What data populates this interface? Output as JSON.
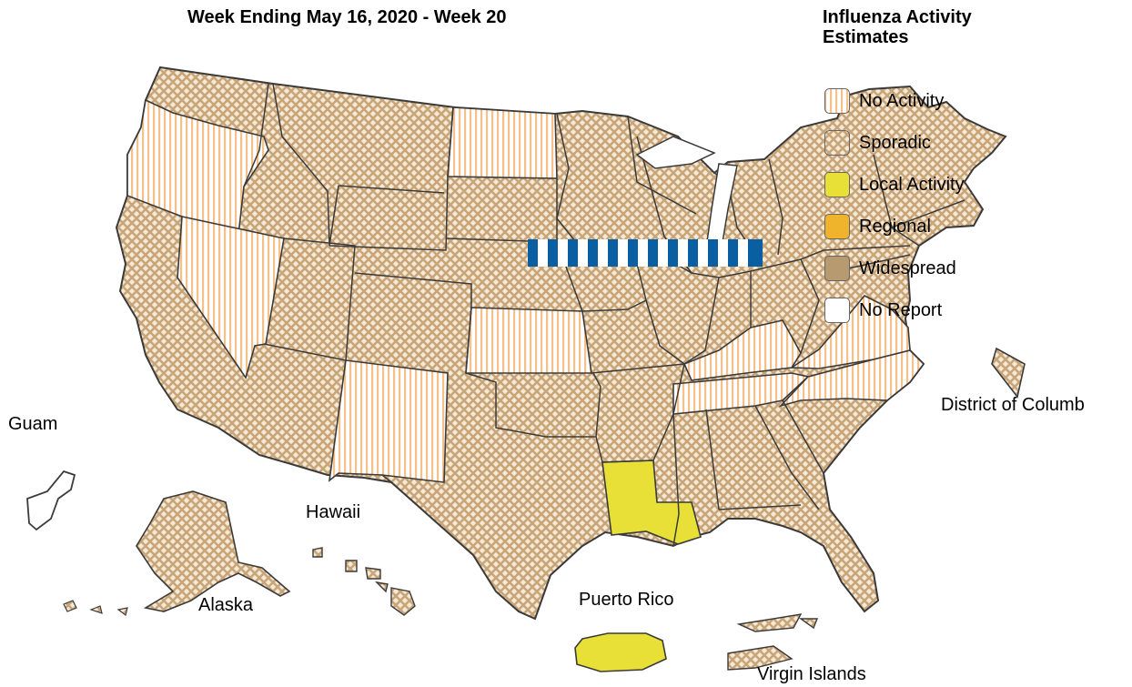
{
  "title": "Week Ending May 16, 2020 - Week 20",
  "legend": {
    "title_line1": "Influenza Activity",
    "title_line2": "Estimates",
    "items": [
      {
        "label": "No Activity",
        "fill": "url(#pat-none)"
      },
      {
        "label": "Sporadic",
        "fill": "url(#pat-sporadic)"
      },
      {
        "label": "Local Activity",
        "fill": "#e8e036"
      },
      {
        "label": "Regional",
        "fill": "#f0b42c"
      },
      {
        "label": "Widespread",
        "fill": "#b89a70"
      },
      {
        "label": "No Report",
        "fill": "#ffffff"
      }
    ]
  },
  "territories": {
    "guam": "Guam",
    "hawaii": "Hawaii",
    "alaska": "Alaska",
    "puerto_rico": "Puerto Rico",
    "virgin_islands": "Virgin Islands",
    "dc": "District of Columb"
  },
  "colors": {
    "none_stripe": "#f5c18a",
    "sporadic_check": "#c9a67a",
    "local": "#e8e036",
    "regional": "#f0b42c",
    "widespread": "#b89a70",
    "border": "#3a3a3a",
    "marker_blue": "#0a5fa3"
  },
  "state_activity": {
    "oregon": "No Activity",
    "nevada": "No Activity",
    "north_dakota": "No Activity",
    "kansas": "No Activity",
    "new_mexico": "No Activity",
    "kentucky": "No Activity",
    "tennessee": "No Activity",
    "virginia": "No Activity",
    "north_carolina": "No Activity",
    "louisiana": "Local Activity",
    "puerto_rico": "Local Activity",
    "other": "Sporadic"
  }
}
